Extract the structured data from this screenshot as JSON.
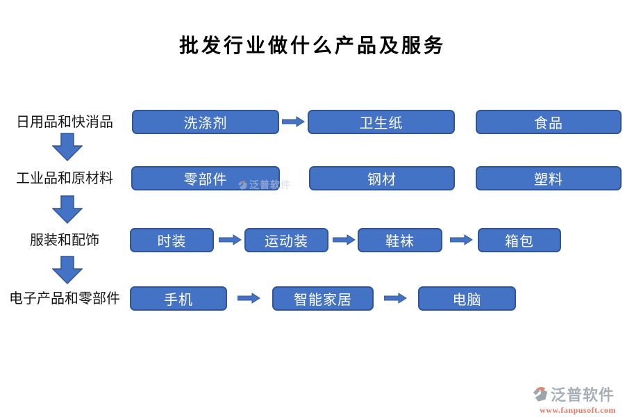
{
  "title": "批发行业做什么产品及服务",
  "rows": [
    {
      "label": "日用品和快消品",
      "items": [
        "洗涤剂",
        "卫生纸",
        "食品"
      ],
      "arrows_between_items": [
        [
          0,
          1
        ]
      ]
    },
    {
      "label": "工业品和原材料",
      "items": [
        "零部件",
        "钢材",
        "塑料"
      ],
      "arrows_between_items": []
    },
    {
      "label": "服装和配饰",
      "items": [
        "时装",
        "运动装",
        "鞋袜",
        "箱包"
      ],
      "arrows_between_items": [
        [
          0,
          1
        ],
        [
          1,
          2
        ],
        [
          2,
          3
        ]
      ]
    },
    {
      "label": "电子产品和零部件",
      "items": [
        "手机",
        "智能家居",
        "电脑"
      ],
      "arrows_between_items": [
        [
          0,
          1
        ],
        [
          1,
          2
        ]
      ]
    }
  ],
  "flow": "category labels connected vertically by down arrows: 日用品和快消品 → 工业品和原材料 → 服装和配饰 → 电子产品和零部件",
  "colors": {
    "node_fill": "#4472C4",
    "node_border": "#2F5597",
    "node_text": "#FFFFFF",
    "label_text": "#151515",
    "watermark_gray": "#9AA1AB",
    "watermark_orange": "#E2654A"
  },
  "watermark": {
    "overlay_text": "泛普软件",
    "brand_name": "泛普软件",
    "brand_url": "www.fanpusoft.com"
  }
}
